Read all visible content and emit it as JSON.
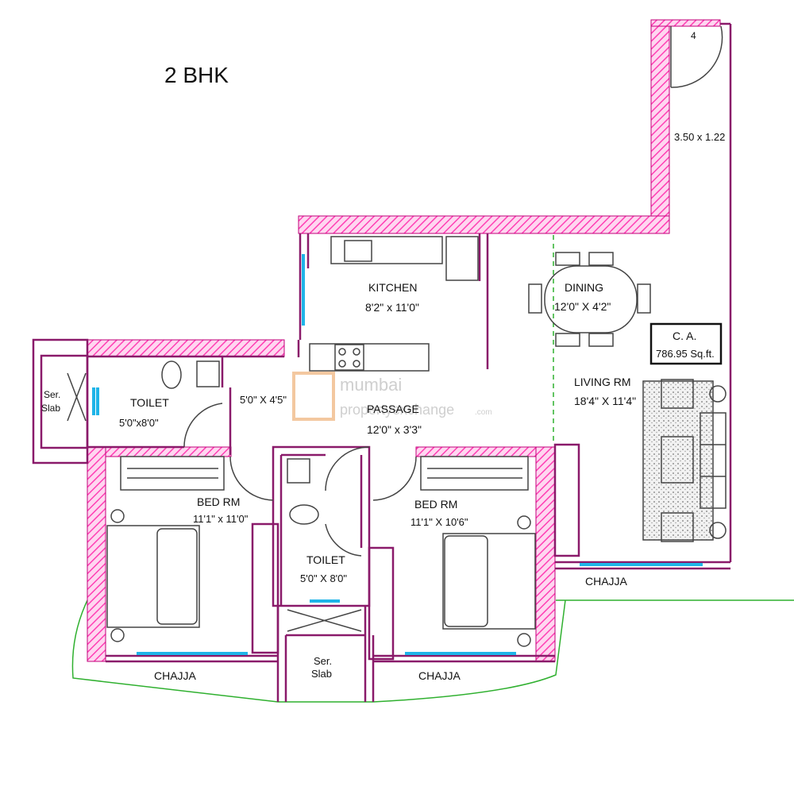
{
  "title": "2 BHK",
  "watermark": {
    "line1": "mumbai",
    "line2": "propertyexchange",
    "suffix": ".com"
  },
  "area_box": {
    "label": "C. A.",
    "value": "786.95 Sq.ft."
  },
  "rooms": {
    "kitchen": {
      "name": "KITCHEN",
      "size": "8'2\" x 11'0\""
    },
    "dining": {
      "name": "DINING",
      "size": "12'0\" X 4'2\""
    },
    "living": {
      "name": "LIVING RM",
      "size": "18'4\" X 11'4\""
    },
    "passage": {
      "name": "PASSAGE",
      "size": "12'0\" x 3'3\""
    },
    "toilet_left": {
      "name": "TOILET",
      "size": "5'0\"x8'0\""
    },
    "toilet_left_ext": {
      "size": "5'0\" X 4'5\""
    },
    "bed_left": {
      "name": "BED RM",
      "size": "11'1\" x 11'0\""
    },
    "bed_right": {
      "name": "BED RM",
      "size": "11'1\" X 10'6\""
    },
    "toilet_mid": {
      "name": "TOILET",
      "size": "5'0\" X 8'0\""
    },
    "ser_slab_left": {
      "line1": "Ser.",
      "line2": "Slab"
    },
    "ser_slab_mid": {
      "line1": "Ser.",
      "line2": "Slab"
    }
  },
  "chajja": {
    "left": "CHAJJA",
    "mid": "CHAJJA",
    "right": "CHAJJA"
  },
  "balcony": {
    "number": "4",
    "size": "3.50 x 1.22"
  },
  "colors": {
    "wall": "#ff66cc",
    "wall_line": "#b0006a",
    "partition": "#8a1a6a",
    "window": "#1eb4e8",
    "chajja_outline": "#2fb02f",
    "furniture": "#444444"
  }
}
